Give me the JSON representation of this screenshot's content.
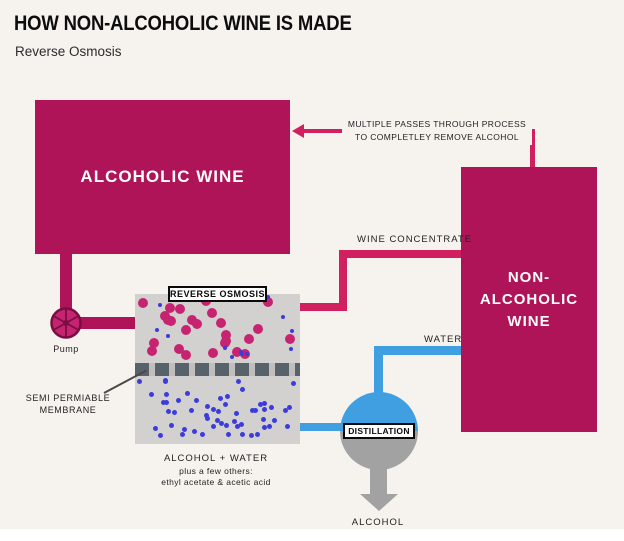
{
  "page": {
    "title": "HOW NON-ALCOHOLIC WINE IS MADE",
    "subtitle": "Reverse Osmosis"
  },
  "nodes": {
    "alcoholic_wine": "ALCOHOLIC WINE",
    "non_alcoholic_wine_line1": "NON-ALCOHOLIC",
    "non_alcoholic_wine_line2": "WINE",
    "pump_label": "Pump",
    "reverse_osmosis": "REVERSE OSMOSIS",
    "distillation": "DISTILLATION"
  },
  "annotations": {
    "feedback_line1": "MULTIPLE PASSES THROUGH PROCESS",
    "feedback_line2": "TO COMPLETLEY REMOVE ALCOHOL",
    "wine_concentrate": "WINE CONCENTRATE",
    "water": "WATER",
    "alcohol_output": "ALCOHOL",
    "membrane_line1": "SEMI PERMIABLE",
    "membrane_line2": "MEMBRANE",
    "byproduct_line1": "ALCOHOL + WATER",
    "byproduct_line2": "plus a few others:",
    "byproduct_line3": "ethyl acetate & acetic acid"
  },
  "colors": {
    "magenta": "#b01458",
    "pink": "#d0205f",
    "blue": "#3f9fe0",
    "gray": "#a2a2a2",
    "dot_magenta": "#c62470",
    "dot_blue": "#3c3cdc",
    "page_bg": "#f6f3ee",
    "ro_bg": "#d2d1cf",
    "membrane": "#58626b"
  }
}
